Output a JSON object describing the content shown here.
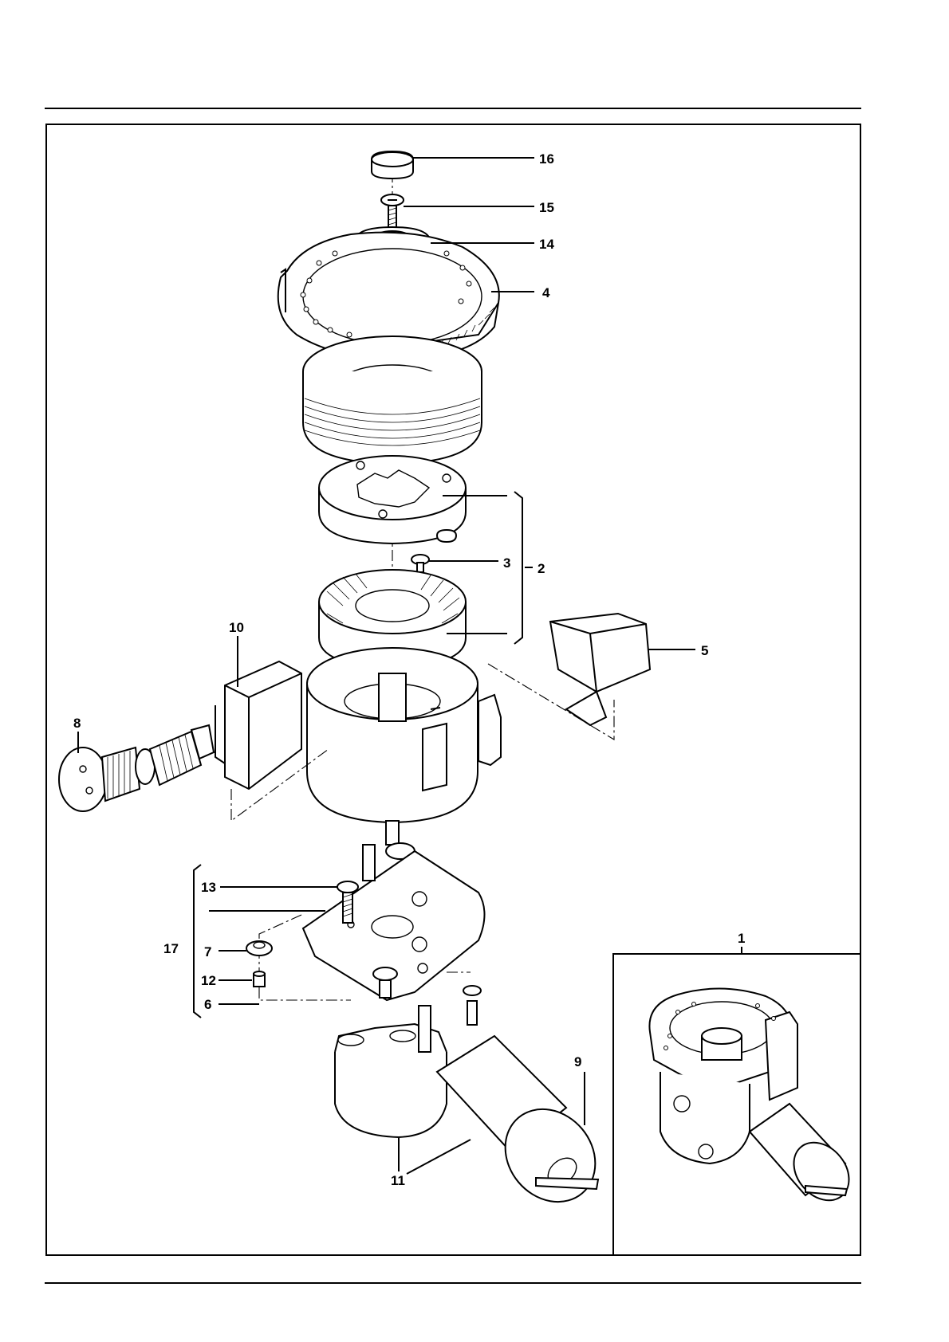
{
  "callouts": {
    "c16": "16",
    "c15": "15",
    "c14": "14",
    "c4": "4",
    "c3": "3",
    "c2": "2",
    "c10": "10",
    "c5": "5",
    "c8": "8",
    "c13": "13",
    "c17": "17",
    "c7": "7",
    "c12": "12",
    "c6": "6",
    "c9": "9",
    "c11": "11",
    "c1": "1"
  }
}
